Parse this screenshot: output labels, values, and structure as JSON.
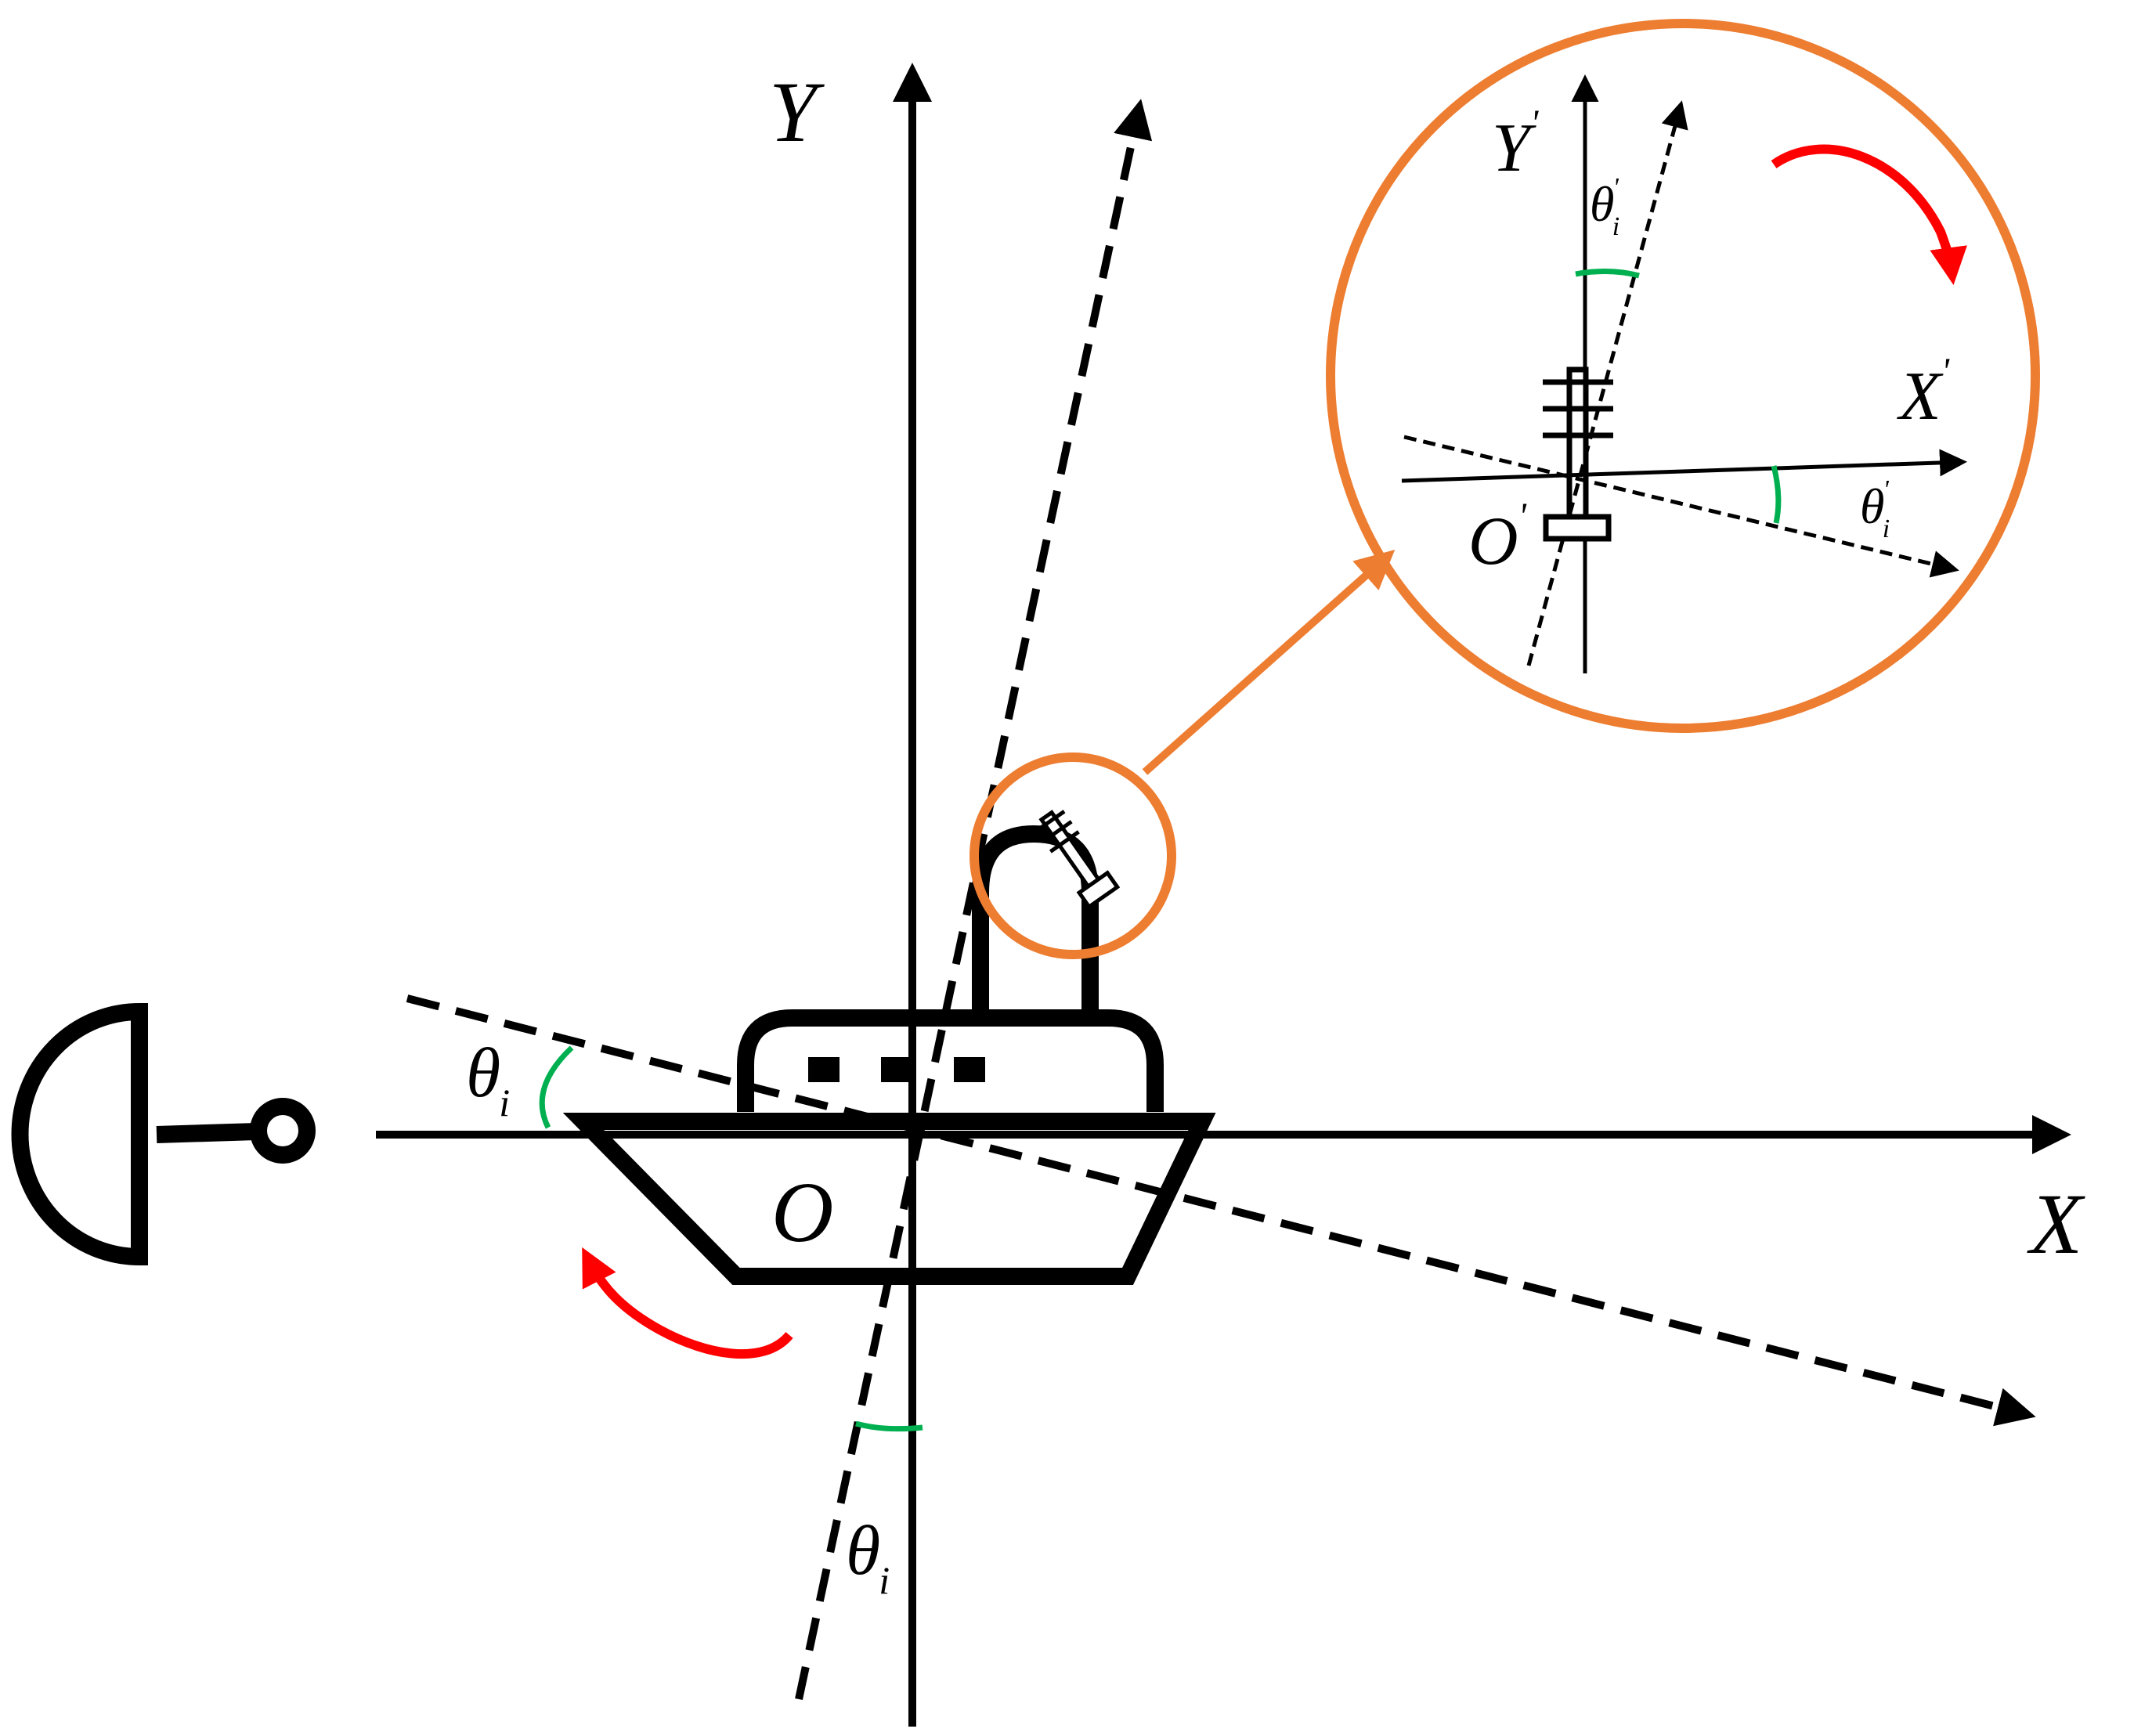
{
  "diagram": {
    "labels": {
      "y_axis": "Y",
      "x_axis": "X",
      "origin": "O",
      "angle_left": "θ",
      "angle_bottom": "θ",
      "angle_subscript": "i",
      "inset_y_axis": "Y",
      "inset_x_axis": "X",
      "inset_origin": "O",
      "inset_angle_top": "θ",
      "inset_angle_right": "θ",
      "inset_subscript": "i",
      "prime": "'"
    },
    "colors": {
      "stroke": "#000000",
      "zoom_circle": "#ED7D31",
      "rotation_arrow": "#FF0000",
      "angle_arc": "#00B050"
    },
    "icons": [
      "satellite-dish-icon",
      "ship-icon",
      "antenna-icon"
    ]
  }
}
